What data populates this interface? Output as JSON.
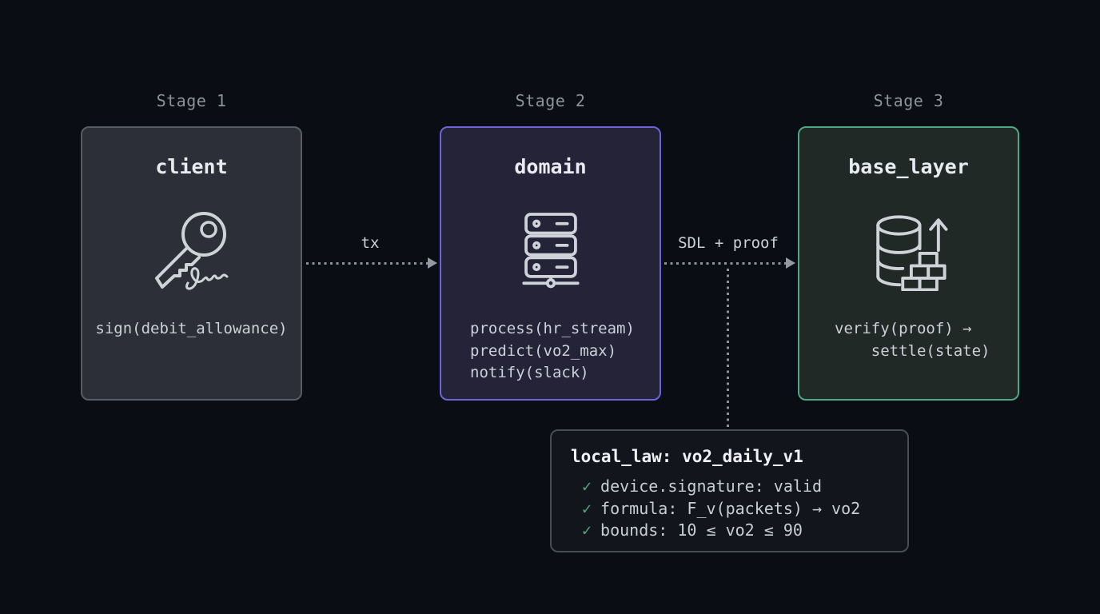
{
  "diagram": {
    "stages": [
      {
        "label": "Stage 1",
        "title": "client",
        "icon": "key-signature-icon",
        "body": "sign(debit_allowance)",
        "border_color": "#575c66"
      },
      {
        "label": "Stage 2",
        "title": "domain",
        "icon": "server-rack-icon",
        "body": "process(hr_stream)\npredict(vo2_max)\nnotify(slack)",
        "border_color": "#6e64da"
      },
      {
        "label": "Stage 3",
        "title": "base_layer",
        "icon": "database-settlement-icon",
        "body": "verify(proof) →\n    settle(state)",
        "border_color": "#4ca983"
      }
    ],
    "arrows": [
      {
        "label": "tx"
      },
      {
        "label": "SDL + proof"
      }
    ],
    "callout": {
      "title": "local_law: vo2_daily_v1",
      "check_glyph": "✓",
      "items": [
        "device.signature: valid",
        "formula: F_v(packets) → vo2",
        "bounds: 10 ≤ vo2 ≤ 90"
      ]
    },
    "colors": {
      "background": "#0b0d15",
      "stage_label_text": "#8d929c",
      "box_title_text": "#e9ebef",
      "box_body_text": "#ccd1d8",
      "client_bg": "#2c2f38",
      "domain_bg": "#252338",
      "base_bg": "#212927",
      "arrow_dots": "#8b919b",
      "callout_bg": "#13151c",
      "callout_border": "#474c56",
      "check_green": "#57a67c"
    }
  }
}
